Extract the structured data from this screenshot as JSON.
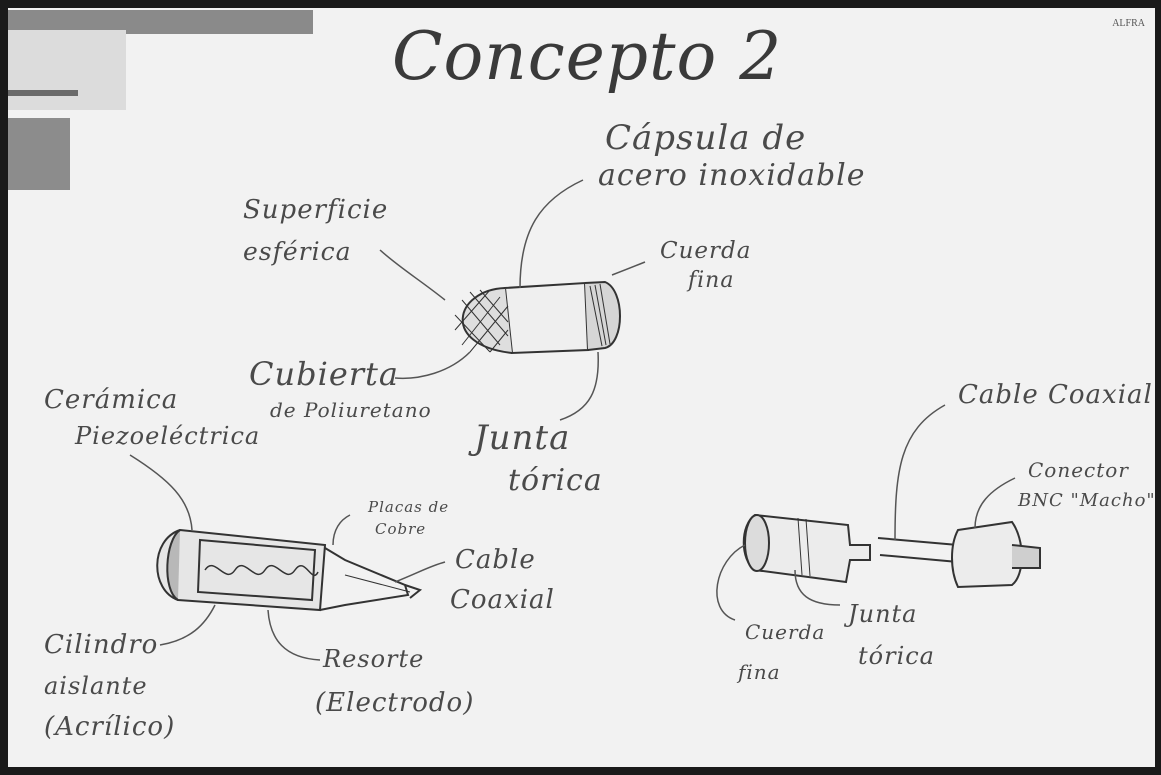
{
  "board": {
    "title": "Concepto 2",
    "brand_logo": "ALFRA",
    "colors": {
      "board": "#f4f4f4",
      "ink": "#4a4a4a",
      "frame": "#1a1a1a"
    }
  },
  "top_sensor": {
    "labels": {
      "capsule": "Cápsula de",
      "capsule2": "acero inoxidable",
      "surface": "Superficie",
      "surface2": "esférica",
      "thread": "Cuerda",
      "thread2": "fina",
      "cover": "Cubierta",
      "cover2": "de Poliuretano",
      "oring": "Junta",
      "oring2": "tórica"
    }
  },
  "left_cutaway": {
    "labels": {
      "ceramic": "Cerámica",
      "ceramic2": "Piezoeléctrica",
      "plates": "Placas de",
      "plates2": "Cobre",
      "cable": "Cable",
      "cable2": "Coaxial",
      "cylinder": "Cilindro",
      "cylinder2": "aislante",
      "cylinder3": "(Acrílico)",
      "spring": "Resorte",
      "spring2": "(Electrodo)"
    }
  },
  "right_assembly": {
    "labels": {
      "cable": "Cable Coaxial",
      "connector": "Conector",
      "connector2": "BNC \"Macho\"",
      "thread": "Cuerda",
      "thread2": "fina",
      "oring": "Junta",
      "oring2": "tórica"
    }
  }
}
